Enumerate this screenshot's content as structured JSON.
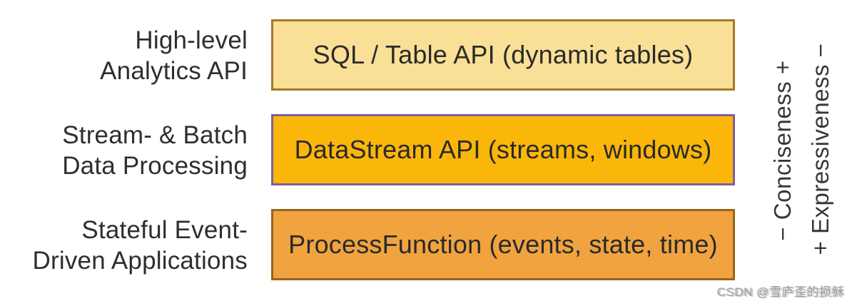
{
  "diagram": {
    "background": "#ffffff",
    "text_color": "#2e2e2e",
    "layers": [
      {
        "label_line1": "High-level",
        "label_line2": "Analytics API",
        "box_label": "SQL / Table API (dynamic tables)",
        "box_fill": "#FAE096",
        "box_border": "#A5782B"
      },
      {
        "label_line1": "Stream- & Batch",
        "label_line2": "Data Processing",
        "box_label": "DataStream API (streams, windows)",
        "box_fill": "#FAB70A",
        "box_border": "#7E5FA0"
      },
      {
        "label_line1": "Stateful Event-",
        "label_line2": "Driven Applications",
        "box_label": "ProcessFunction (events, state, time)",
        "box_fill": "#F0A33F",
        "box_border": "#96641E"
      }
    ],
    "axis_captions": {
      "conciseness": "− Conciseness +",
      "expressiveness": "+ Expressiveness −"
    },
    "watermark": "CSDN @雪庐歪的损稣"
  }
}
